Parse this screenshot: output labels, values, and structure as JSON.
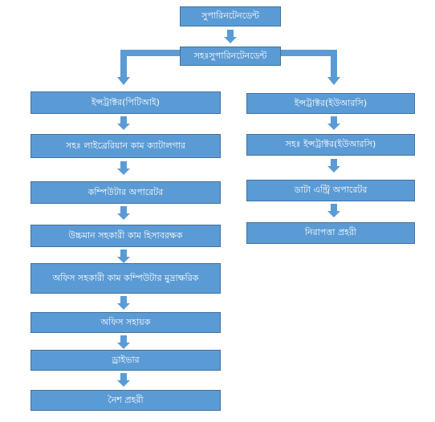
{
  "nodes": {
    "superintendent": "সুপারিনটেনডেন্ট",
    "asst_superintendent": "সহঃসুপারিনটেনডেন্ট",
    "left": [
      "ইন্সট্রাক্টর(পিটিআই)",
      "সহঃ লাইব্রেরিয়ান কাম ক্যাটালগার",
      "কম্পিউটার অপারেটর",
      "উচ্চমান সহকারী কাম হিসাবরক্ষক",
      "অফিস সহকারী কাম কম্পিউটার মুদ্রাক্ষরিক",
      "অফিস সহায়ক",
      "ড্রাইভার",
      "নৈশ প্রহরী"
    ],
    "right": [
      "ইন্সট্রাক্টর(ইউআরসি)",
      "সহঃ ইন্সট্রাক্টর(ইউআরসি)",
      "ডাটা এন্ট্রি অপারেটর",
      "নিরাপত্তা প্রহরী"
    ]
  },
  "colors": {
    "box_fill": "#5b9bd5",
    "box_border": "#41719c",
    "text": "#ffffff"
  }
}
